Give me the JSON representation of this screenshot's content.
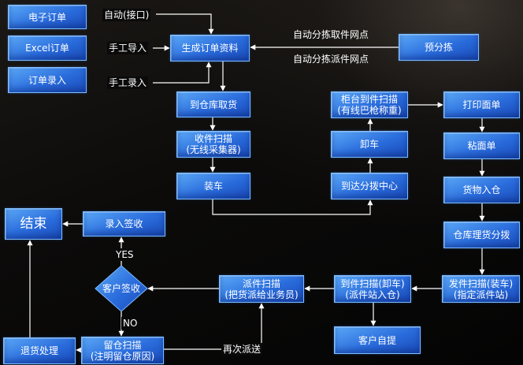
{
  "diagram": {
    "colors": {
      "background": "#0a0a0a",
      "node_fill_top": "#5aa8f7",
      "node_fill_mid": "#2a6cdc",
      "node_fill_bottom": "#1a4bb8",
      "node_border": "#7cbcff",
      "text": "#ffffff",
      "connector": "#ffffff"
    },
    "sources": {
      "electronic_order": "电子订单",
      "excel_order": "Excel订单",
      "order_entry": "订单录入"
    },
    "source_labels": {
      "auto_interface": "自动(接口)",
      "manual_import": "手工导入",
      "manual_entry": "手工录入"
    },
    "generate_order": "生成订单资料",
    "pre_sort": {
      "label": "预分拣",
      "note_pickup": "自动分拣取件网点",
      "note_delivery": "自动分拣派件网点"
    },
    "pickup_flow": {
      "warehouse_pickup": "到仓库取货",
      "receive_scan": {
        "line1": "收件扫描",
        "line2": "(无线采集器)"
      },
      "loading": "装车"
    },
    "hub_flow": {
      "arrive_hub": "到达分拨中心",
      "unloading": "卸车",
      "counter_scan": {
        "line1": "柜台到件扫描",
        "line2": "(有线巴枪称重)"
      }
    },
    "labeling_flow": {
      "print_waybill": "打印面单",
      "paste_waybill": "粘面单",
      "goods_in": "货物入仓",
      "sorting": "仓库理货分拨",
      "dispatch_scan": {
        "line1": "发件扫描(装车)",
        "line2": "(指定派件站)"
      }
    },
    "delivery_flow": {
      "arrival_scan": {
        "line1": "到件扫描(卸车)",
        "line2": "(派件站入仓)"
      },
      "self_pickup": "客户自提",
      "delivery_scan": {
        "line1": "派件扫描",
        "line2": "(把货派给业务员)"
      },
      "customer_sign": "客户签收",
      "yes_label": "YES",
      "record_sign": "录入签收",
      "end": "结束",
      "no_label": "NO",
      "hold_scan": {
        "line1": "留仓扫描",
        "line2": "(注明留仓原因)"
      },
      "return": "退货处理",
      "redeliver_label": "再次派送"
    }
  }
}
